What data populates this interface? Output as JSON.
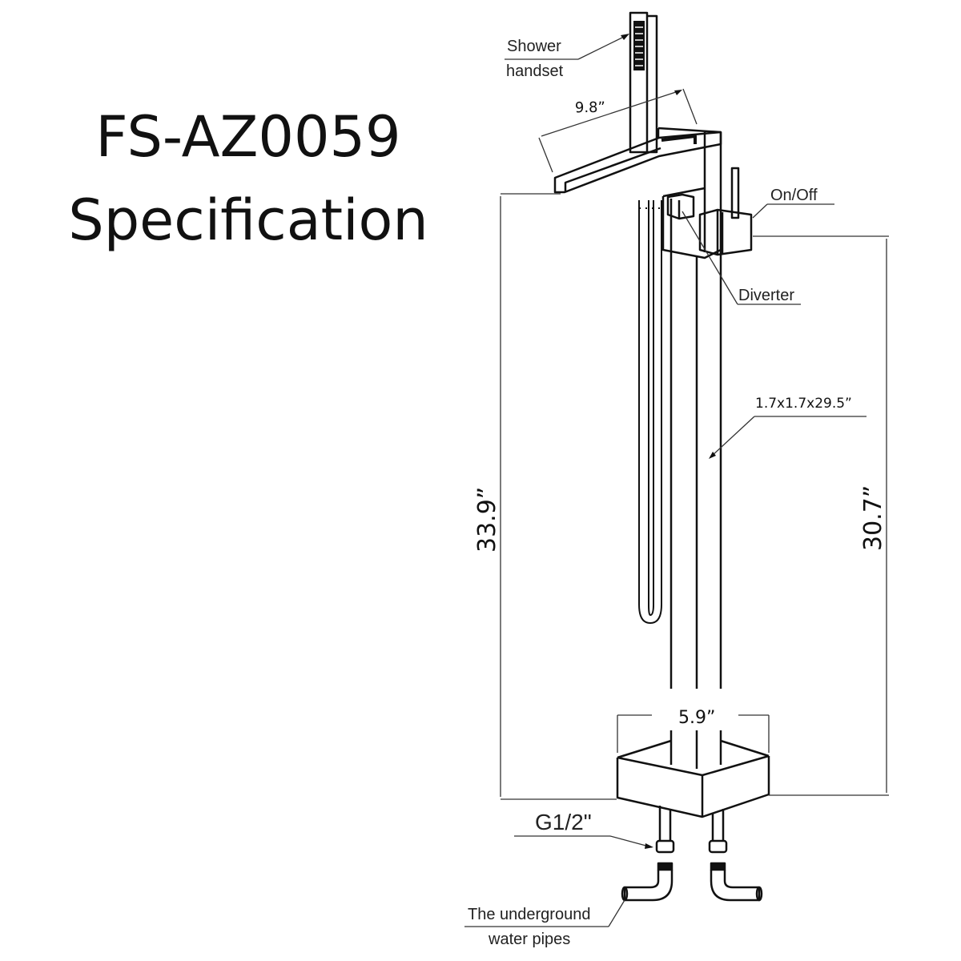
{
  "title": {
    "model": "FS-AZ0059",
    "subtitle": "Specification"
  },
  "callouts": {
    "shower_handset_line1": "Shower",
    "shower_handset_line2": "handset",
    "on_off": "On/Off",
    "diverter": "Diverter",
    "pipe_size": "1.7x1.7x29.5”",
    "connection": "G1/2\"",
    "underground_line1": "The underground",
    "underground_line2": "water pipes"
  },
  "dimensions": {
    "spout_length": "9.8”",
    "total_height": "33.9”",
    "handle_height": "30.7”",
    "base_width": "5.9”"
  },
  "colors": {
    "line": "#111111",
    "text": "#111111",
    "background": "#ffffff"
  }
}
